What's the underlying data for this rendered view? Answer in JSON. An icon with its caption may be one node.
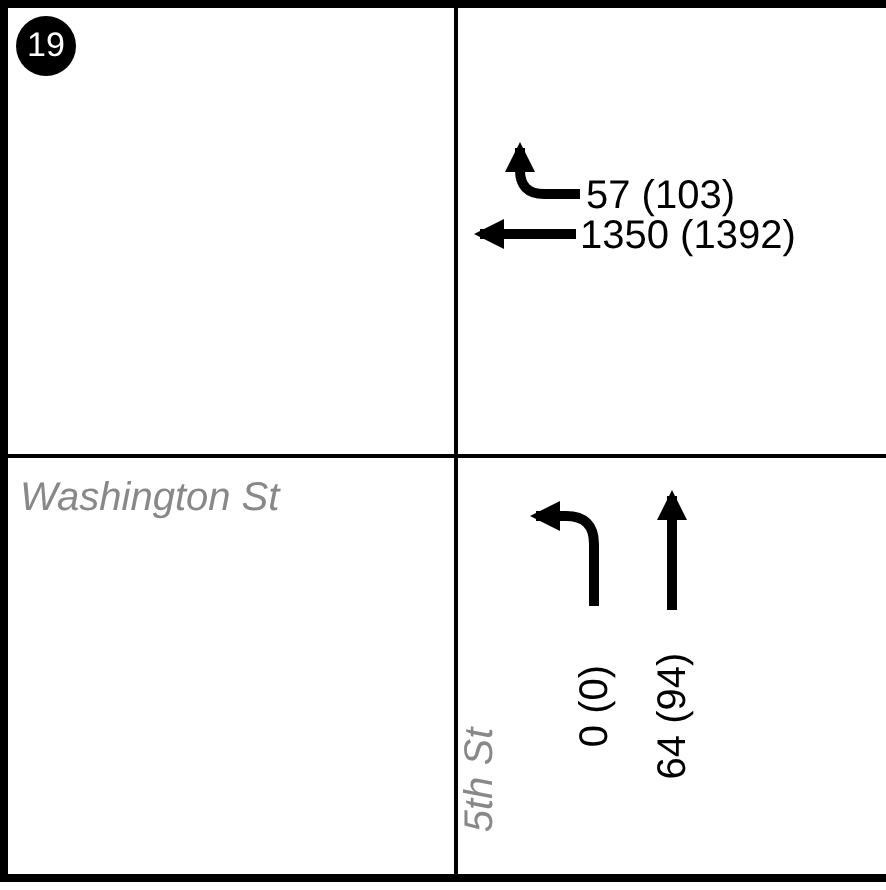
{
  "diagram": {
    "nodes": [
      {
        "text": [
          "19"
        ]
      }
    ],
    "edges": [],
    "labels": [
      "57 (103)",
      "1350 (1392)",
      "Washington St",
      "5th St",
      "0 (0)",
      "64 (94)"
    ]
  }
}
